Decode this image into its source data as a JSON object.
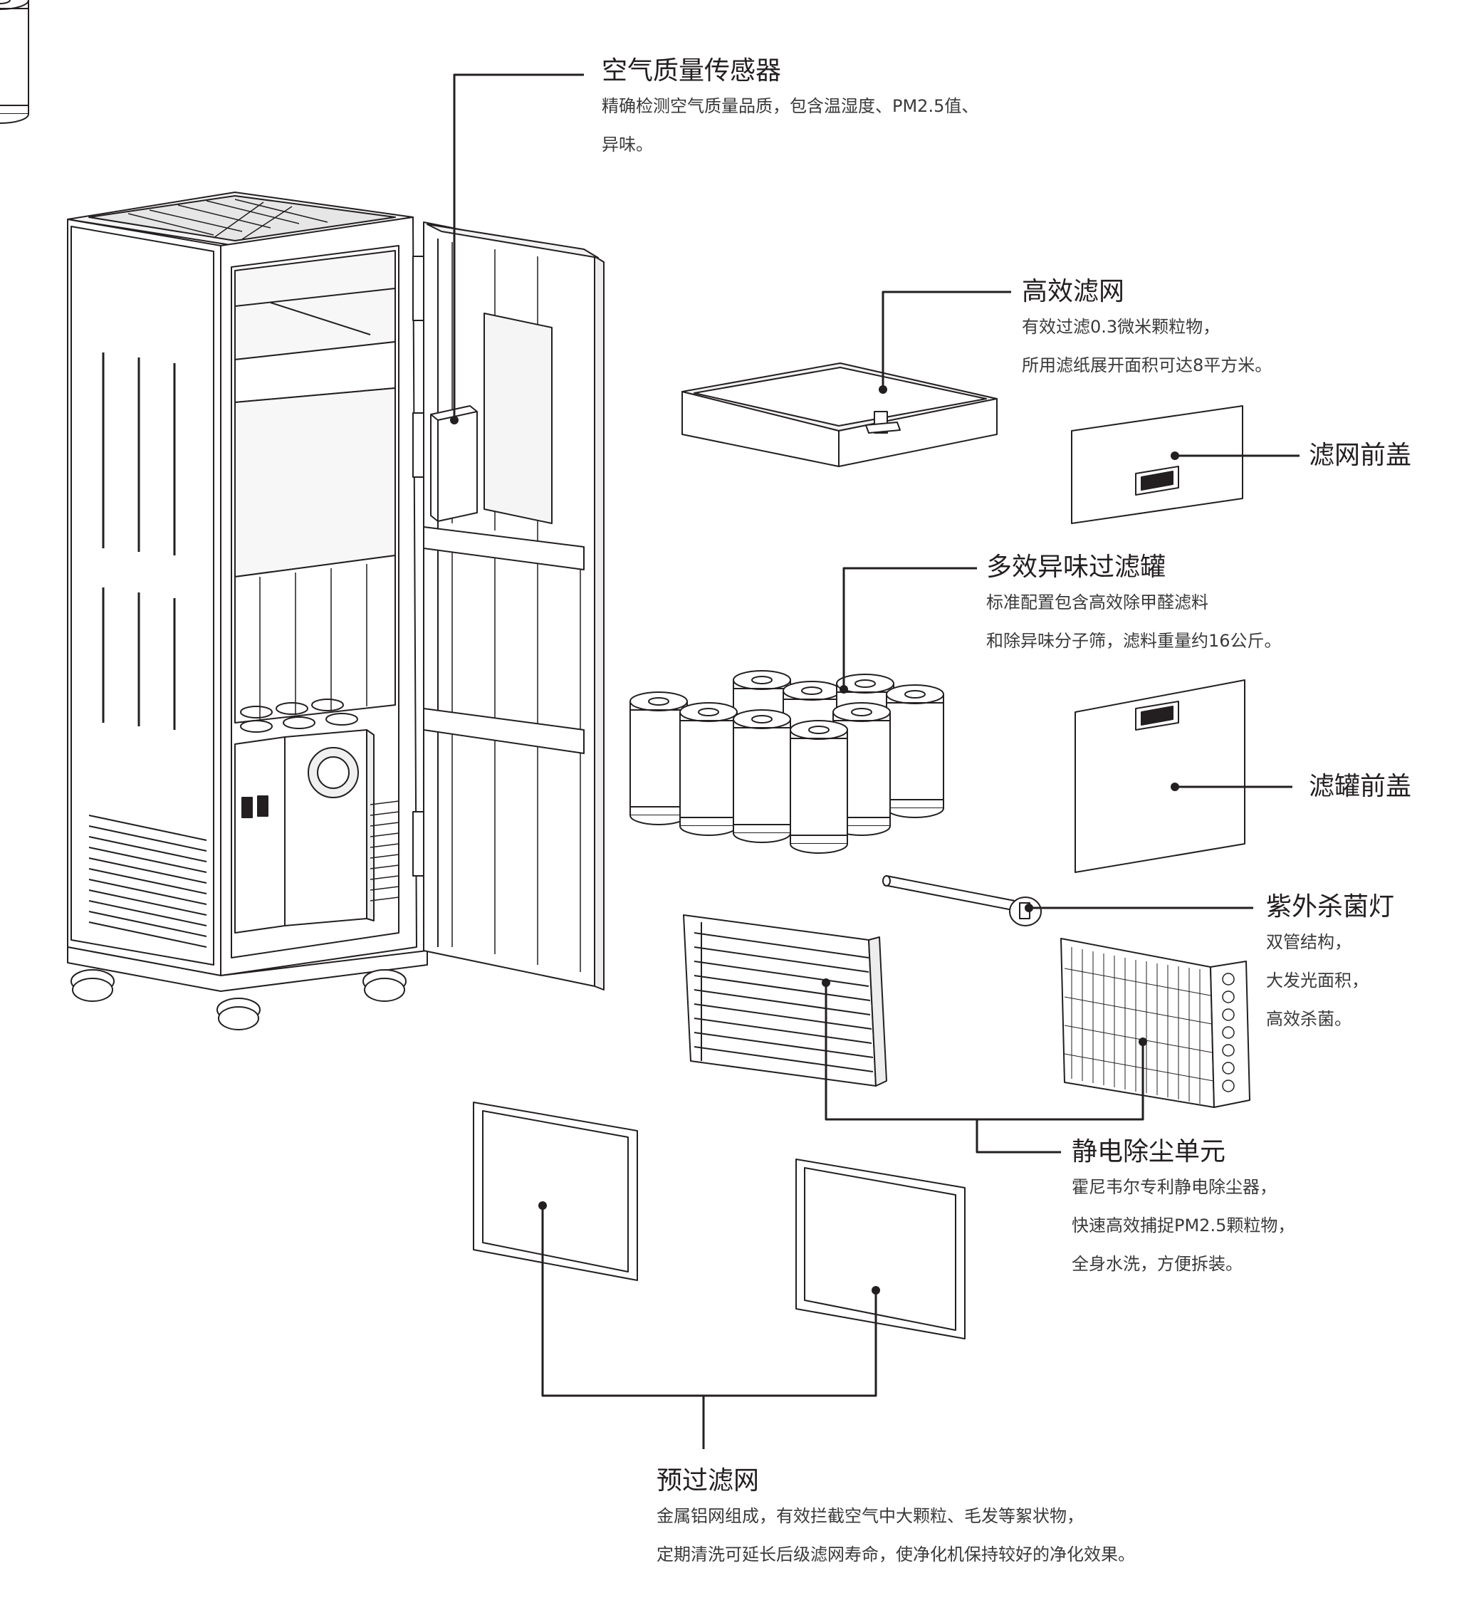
{
  "callouts": {
    "sensor": {
      "title": "空气质量传感器",
      "lines": [
        "精确检测空气质量品质，包含温湿度、PM2.5值、",
        "异味。"
      ]
    },
    "hepa": {
      "title": "高效滤网",
      "lines": [
        "有效过滤0.3微米颗粒物，",
        "所用滤纸展开面积可达8平方米。"
      ]
    },
    "hepa_cover": {
      "title": "滤网前盖"
    },
    "canister": {
      "title": "多效异味过滤罐",
      "lines": [
        "标准配置包含高效除甲醛滤料",
        "和除异味分子筛，滤料重量约16公斤。"
      ]
    },
    "canister_cover": {
      "title": "滤罐前盖"
    },
    "uv": {
      "title": "紫外杀菌灯",
      "lines": [
        "双管结构，",
        "大发光面积，",
        "高效杀菌。"
      ]
    },
    "esp": {
      "title": "静电除尘单元",
      "lines": [
        "霍尼韦尔专利静电除尘器，",
        "快速高效捕捉PM2.5颗粒物，",
        "全身水洗，方便拆装。"
      ]
    },
    "prefilter": {
      "title": "预过滤网",
      "lines": [
        "金属铝网组成，有效拦截空气中大颗粒、毛发等絮状物，",
        "定期清洗可延长后级滤网寿命，使净化机保持较好的净化效果。"
      ]
    }
  },
  "colors": {
    "stroke": "#231f20",
    "panel": "#ededed",
    "face": "#ffffff"
  }
}
